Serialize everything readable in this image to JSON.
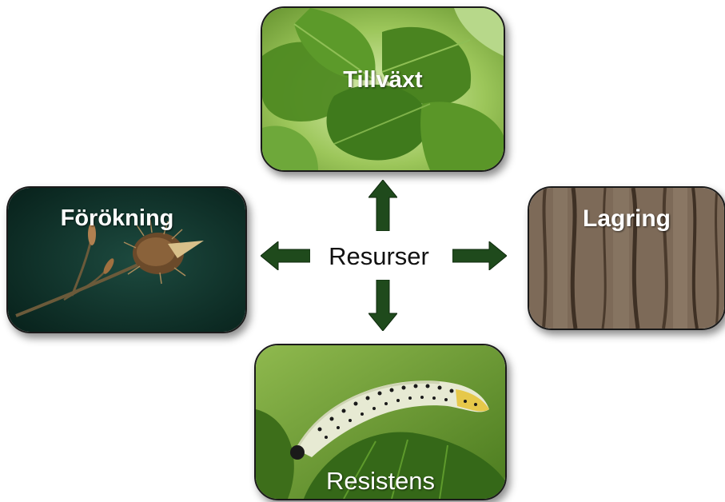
{
  "center": {
    "label": "Resurser"
  },
  "cards": {
    "top": {
      "label": "Tillväxt"
    },
    "left": {
      "label": "Förökning"
    },
    "right": {
      "label": "Lagring"
    },
    "bottom": {
      "label": "Resistens"
    }
  },
  "colors": {
    "arrow": "#1f4a1c",
    "arrow_edge": "#0f2a0e",
    "leaf_green": "#5f9e2c",
    "bark": "#7d6a58",
    "dark_bg": "#0d2a24",
    "caterpillar": "#e7ead3"
  },
  "icons": {
    "arrow_up": "arrow-up-icon",
    "arrow_down": "arrow-down-icon",
    "arrow_left": "arrow-left-icon",
    "arrow_right": "arrow-right-icon"
  }
}
